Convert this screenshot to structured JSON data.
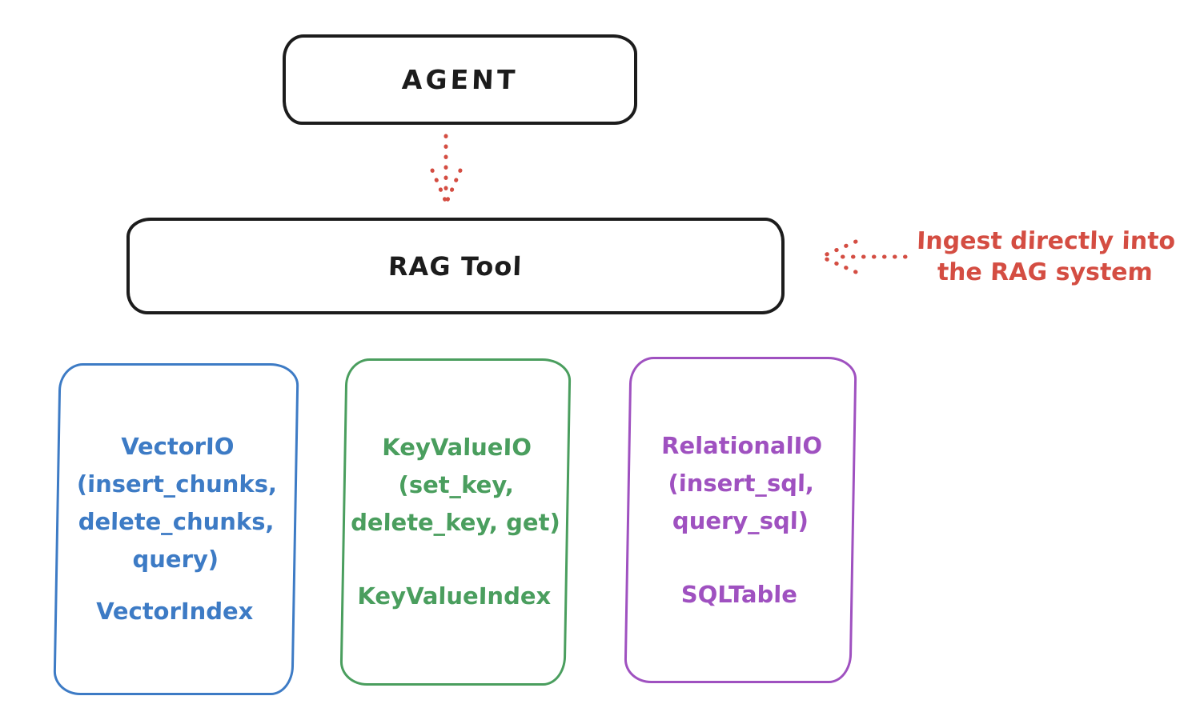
{
  "colors": {
    "background": "#ffffff",
    "ink": "#1c1c1c",
    "red": "#d44d42",
    "blue": "#3d7bc5",
    "green": "#4a9e5e",
    "purple": "#9f51c0"
  },
  "agent": {
    "label": "AGENT"
  },
  "rag_tool": {
    "label": "RAG Tool"
  },
  "annotation": {
    "line1": "Ingest directly into",
    "line2": "the RAG system"
  },
  "arrows": [
    {
      "name": "agent-to-rag-tool",
      "style": "dotted",
      "color": "#d44d42",
      "direction": "down"
    },
    {
      "name": "ingest-into-rag-system",
      "style": "dotted",
      "color": "#d44d42",
      "direction": "left"
    }
  ],
  "cards": [
    {
      "name": "vector-io",
      "color": "#3d7bc5",
      "lines": [
        "VectorIO",
        "(insert_chunks,",
        "delete_chunks,",
        "query)"
      ],
      "index_label": "VectorIndex"
    },
    {
      "name": "keyvalue-io",
      "color": "#4a9e5e",
      "lines": [
        "KeyValueIO",
        "(set_key,",
        "delete_key, get)"
      ],
      "index_label": "KeyValueIndex"
    },
    {
      "name": "relational-io",
      "color": "#9f51c0",
      "lines": [
        "RelationalIO",
        "(insert_sql,",
        "query_sql)"
      ],
      "index_label": "SQLTable"
    }
  ]
}
